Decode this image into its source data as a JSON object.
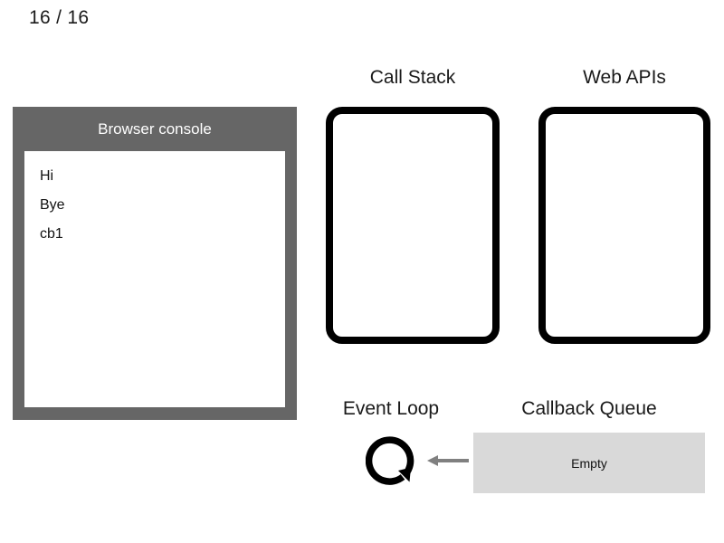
{
  "slide": {
    "counter": "16 / 16",
    "current": 16,
    "total": 16
  },
  "console_panel": {
    "title": "Browser console",
    "frame_color": "#666666",
    "screen_color": "#ffffff",
    "title_color": "#ffffff",
    "lines": [
      "Hi",
      "Bye",
      "cb1"
    ]
  },
  "call_stack": {
    "title": "Call Stack",
    "border_color": "#000000",
    "fill_color": "#ffffff",
    "items": []
  },
  "web_apis": {
    "title": "Web APIs",
    "border_color": "#000000",
    "fill_color": "#ffffff",
    "items": []
  },
  "event_loop": {
    "title": "Event Loop",
    "icon": "circular-arrow-icon",
    "icon_color": "#000000",
    "arrow_icon": "arrow-left-icon",
    "arrow_color": "#808080"
  },
  "callback_queue": {
    "title": "Callback Queue",
    "status": "Empty",
    "fill_color": "#d9d9d9",
    "items": []
  }
}
